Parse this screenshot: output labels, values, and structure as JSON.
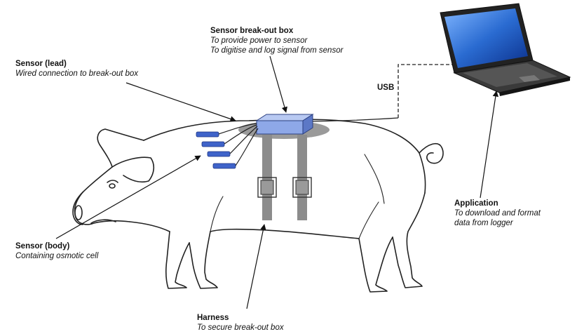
{
  "labels": {
    "breakout": {
      "title": "Sensor break-out box",
      "lines": [
        "To provide power to sensor",
        "To digitise and log signal from sensor"
      ]
    },
    "sensor_lead": {
      "title": "Sensor (lead)",
      "lines": [
        "Wired connection to break-out box"
      ]
    },
    "sensor_body": {
      "title": "Sensor (body)",
      "lines": [
        "Containing osmotic cell"
      ]
    },
    "harness": {
      "title": "Harness",
      "lines": [
        "To secure break-out box"
      ]
    },
    "application": {
      "title": "Application",
      "lines": [
        "To download and format",
        "data  from logger"
      ]
    },
    "usb": "USB"
  },
  "colors": {
    "sensor_blue": "#3f63c9",
    "box_blue": "#8ea8e8",
    "harness_gray": "#8c8c8c",
    "shadow_gray": "#9a9a9a",
    "laptop_screen": "#2a6bd1"
  },
  "icons": [
    "pig-outline",
    "breakout-box",
    "sensor-capsule",
    "harness-straps",
    "laptop-icon"
  ]
}
